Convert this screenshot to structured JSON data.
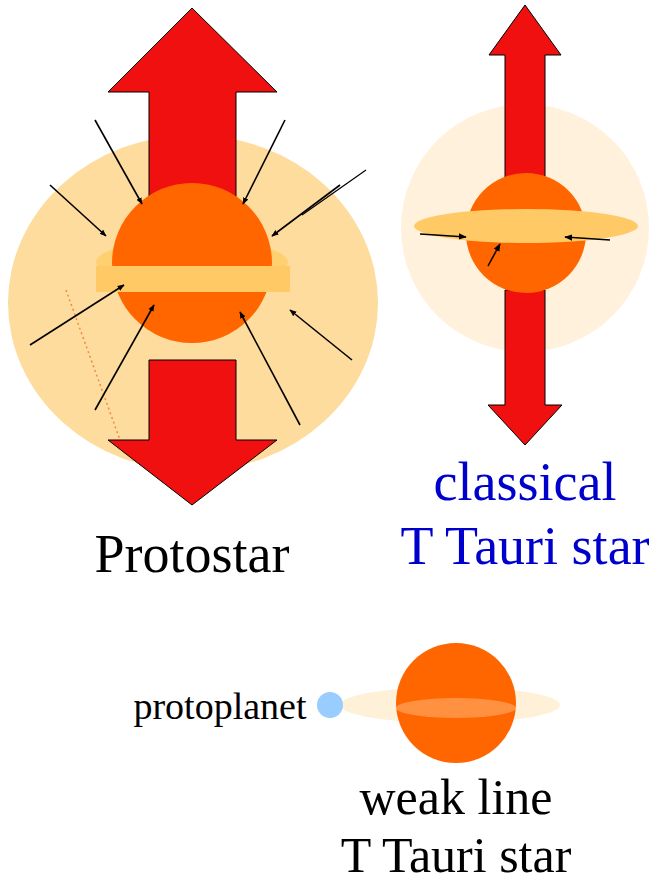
{
  "diagram": {
    "labels": [
      "Protostar",
      "classical T Tauri star",
      "protoplanet",
      "weak line T Tauri star"
    ]
  }
}
